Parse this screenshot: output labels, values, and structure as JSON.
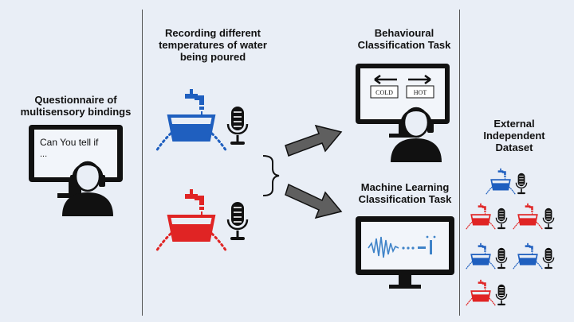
{
  "sections": {
    "questionnaire": {
      "title_lines": [
        "Questionnaire of",
        "multisensory bindings"
      ],
      "screen_text": "Can You tell if",
      "screen_ellipsis": "..."
    },
    "recording": {
      "title_lines": [
        "Recording different",
        "temperatures of water",
        "being poured"
      ]
    },
    "behavioural": {
      "title_lines": [
        "Behavioural",
        "Classification Task"
      ],
      "cold_label": "COLD",
      "hot_label": "HOT"
    },
    "machine_learning": {
      "title_lines": [
        "Machine Learning",
        "Classification Task"
      ]
    },
    "external": {
      "title_lines": [
        "External",
        "Independent",
        "Dataset"
      ]
    }
  },
  "colors": {
    "background": "#e9eef6",
    "ink": "#111111",
    "cold": "#1f5fbf",
    "hot": "#e02424",
    "arrow": "#5f5f5f",
    "wave": "#3f83c8"
  }
}
